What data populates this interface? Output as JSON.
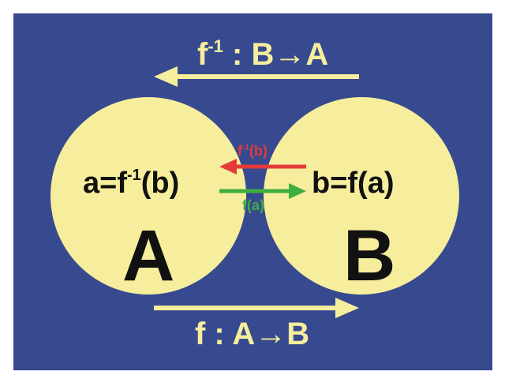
{
  "colors": {
    "background": "#374A8F",
    "set_fill": "#F6EE9C",
    "arrow_main": "#F6EE9C",
    "inverse_arrow": "#E33B3B",
    "forward_arrow": "#3FAE3F",
    "text_dark": "#111111"
  },
  "top_label": {
    "f": "f",
    "exp": "-1",
    "rest": " : B→A"
  },
  "bottom_label": "f : A→B",
  "set_a": {
    "name": "A",
    "elem_prefix": "a=f",
    "elem_exp": "-1",
    "elem_suffix": "(b)"
  },
  "set_b": {
    "name": "B",
    "elem": "b=f(a)"
  },
  "inverse_arrow_label": {
    "f": "f",
    "exp": "-1",
    "rest": "(b)"
  },
  "forward_arrow_label": "f(a)"
}
